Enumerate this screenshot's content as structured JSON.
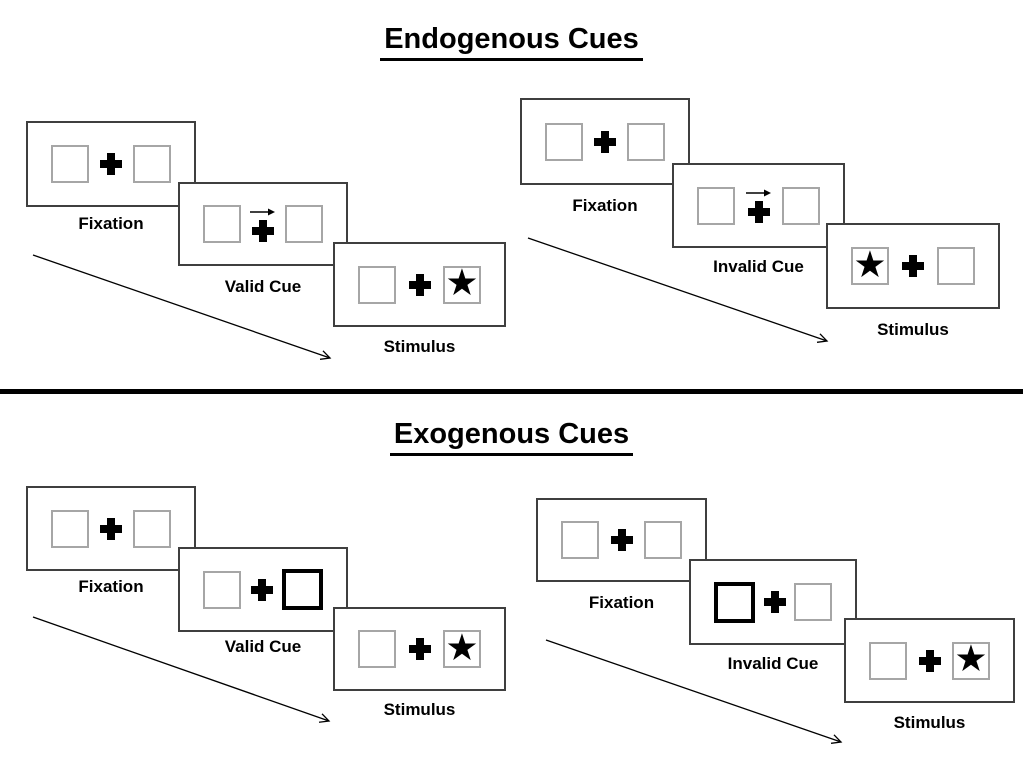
{
  "endogenous": {
    "title": "Endogenous Cues",
    "valid": {
      "fixation_label": "Fixation",
      "cue_label": "Valid Cue",
      "stimulus_label": "Stimulus",
      "cue_direction": "right",
      "stimulus_star_side": "right"
    },
    "invalid": {
      "fixation_label": "Fixation",
      "cue_label": "Invalid Cue",
      "stimulus_label": "Stimulus",
      "cue_direction": "right",
      "stimulus_star_side": "left"
    }
  },
  "exogenous": {
    "title": "Exogenous Cues",
    "valid": {
      "fixation_label": "Fixation",
      "cue_label": "Valid Cue",
      "stimulus_label": "Stimulus",
      "cue_highlight_side": "right",
      "stimulus_star_side": "right"
    },
    "invalid": {
      "fixation_label": "Fixation",
      "cue_label": "Invalid Cue",
      "stimulus_label": "Stimulus",
      "cue_highlight_side": "left",
      "stimulus_star_side": "right"
    }
  },
  "icons": {
    "star": "★"
  },
  "colors": {
    "ink": "#000000",
    "square_border": "#a6a6a6",
    "panel_border": "#3f3f3f",
    "background": "#ffffff"
  }
}
